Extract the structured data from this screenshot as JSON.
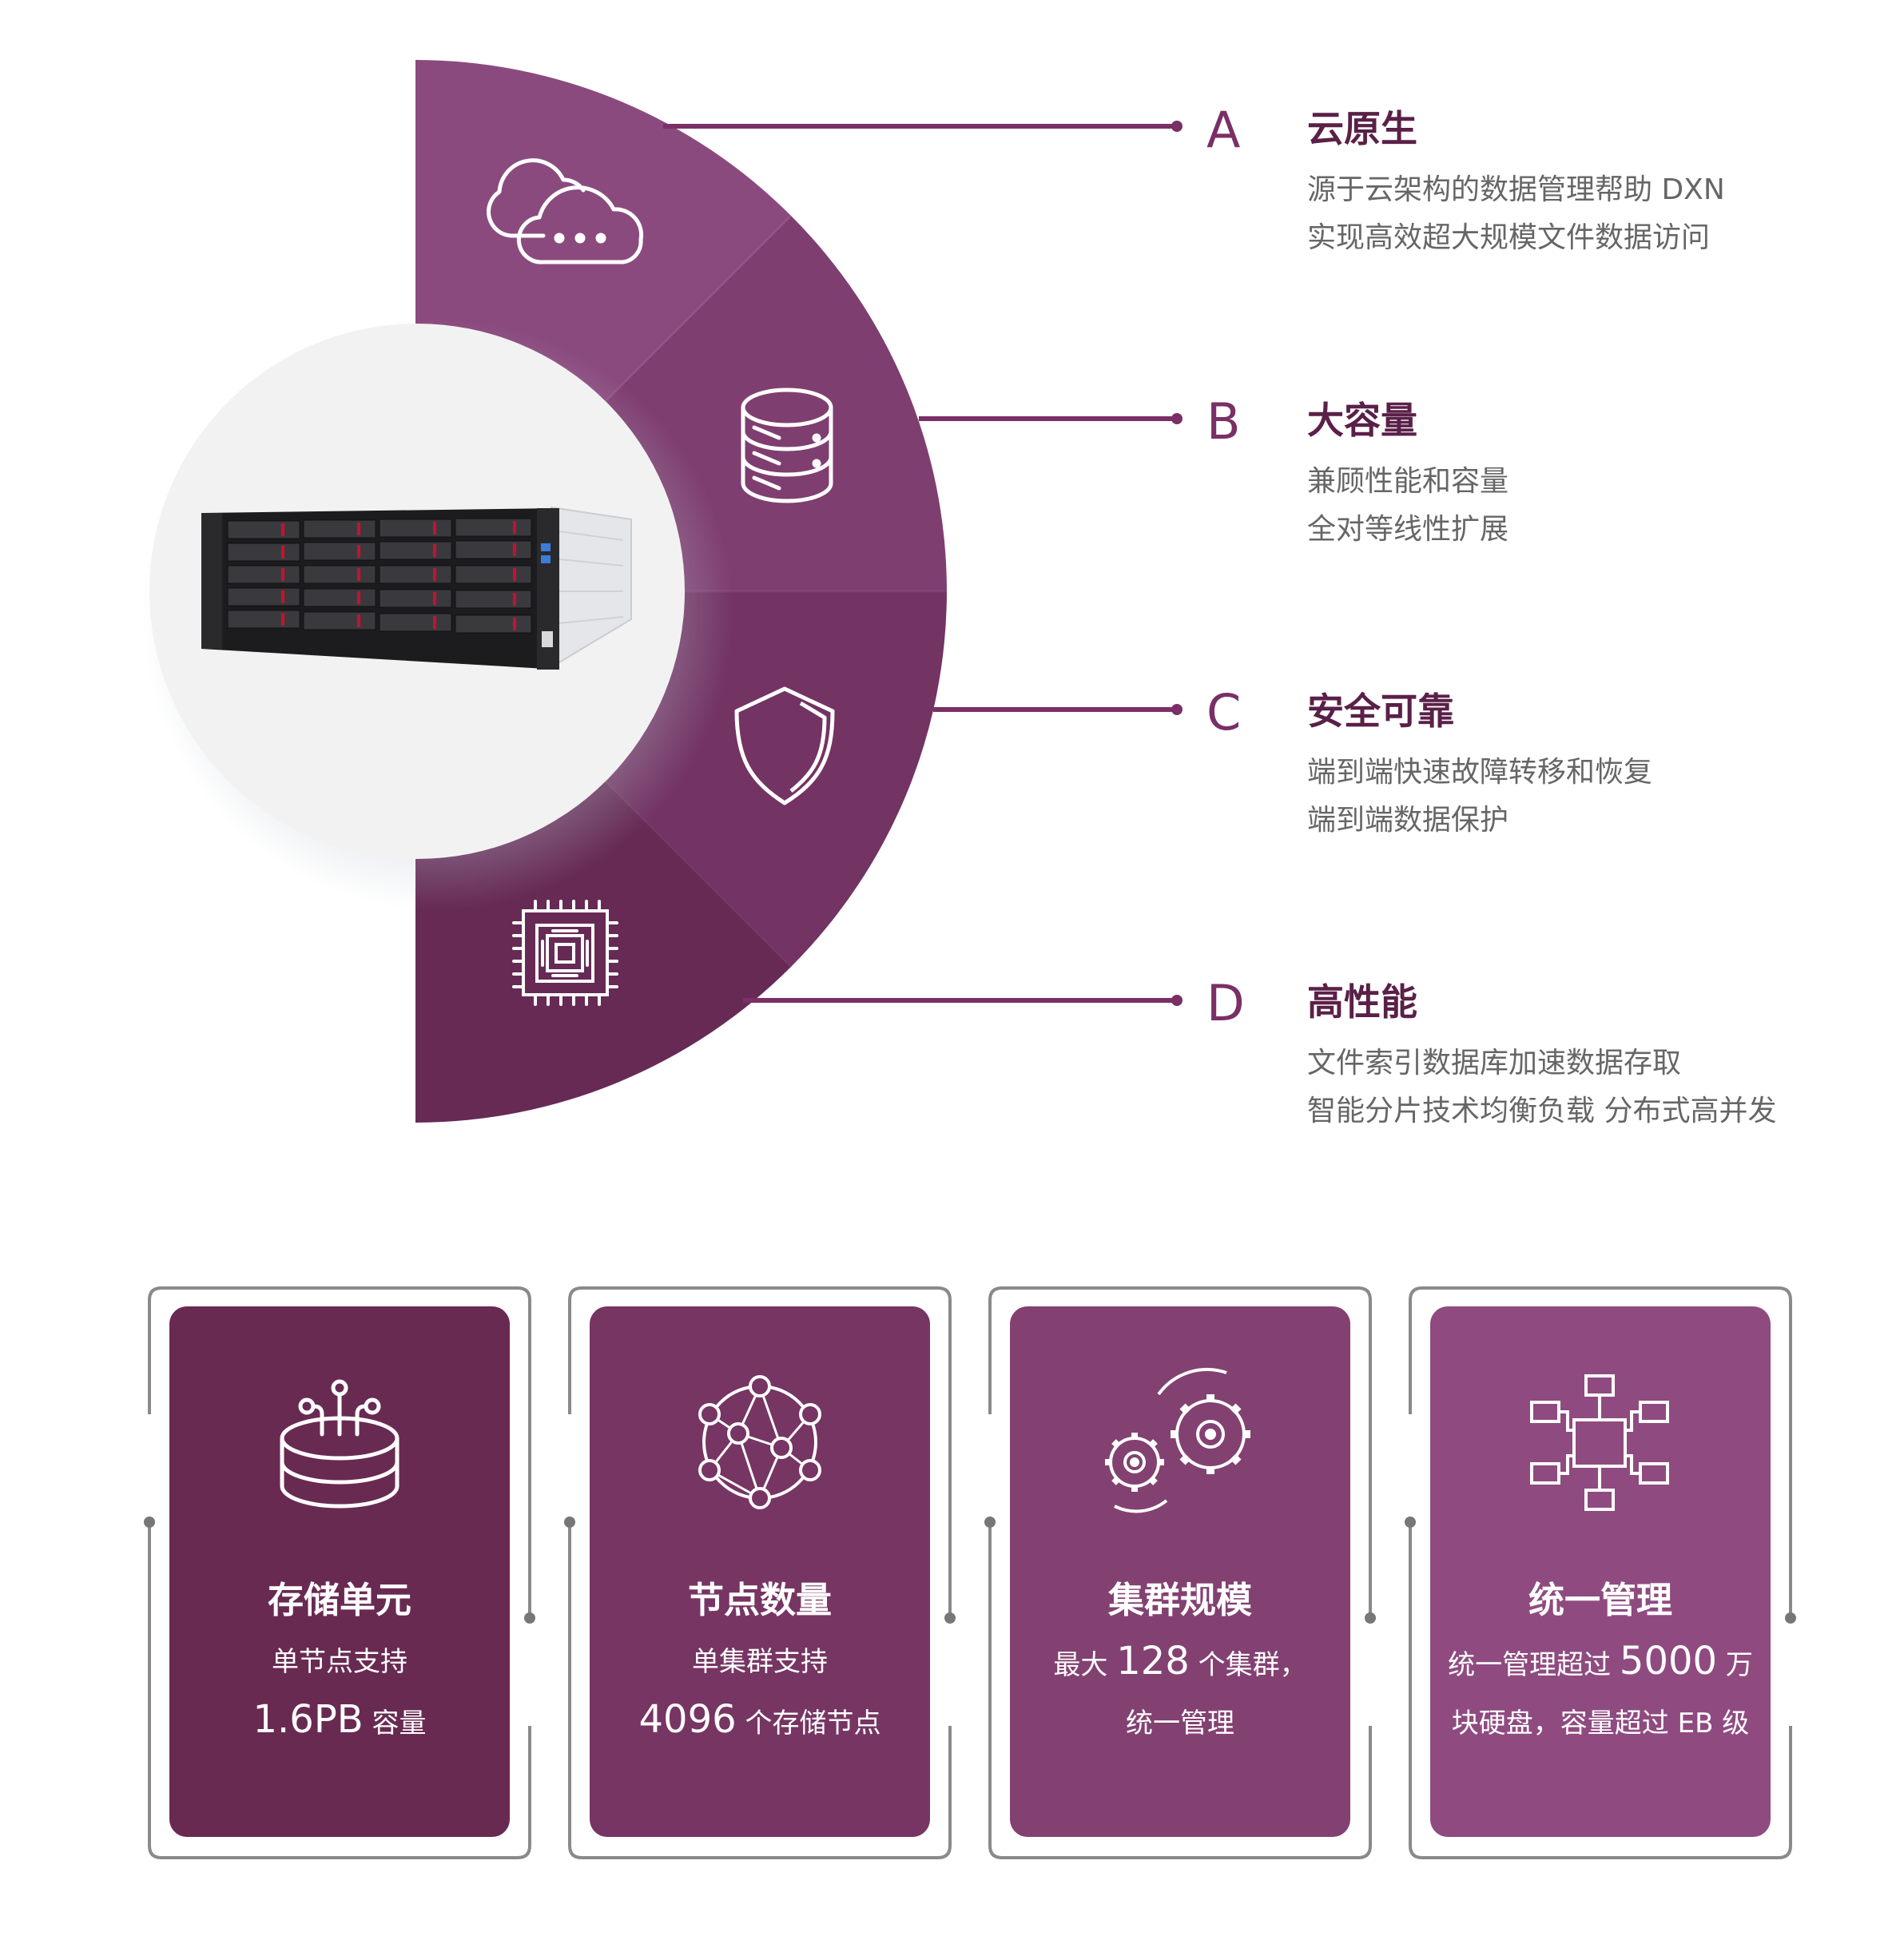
{
  "features": [
    {
      "letter": "A",
      "title": "云原生",
      "line1": "源于云架构的数据管理帮助 DXN",
      "line2": "实现高效超大规模文件数据访问",
      "icon": "cloud-icon"
    },
    {
      "letter": "B",
      "title": "大容量",
      "line1": "兼顾性能和容量",
      "line2": "全对等线性扩展",
      "icon": "database-icon"
    },
    {
      "letter": "C",
      "title": "安全可靠",
      "line1": "端到端快速故障转移和恢复",
      "line2": "端到端数据保护",
      "icon": "shield-icon"
    },
    {
      "letter": "D",
      "title": "高性能",
      "line1": "文件索引数据库加速数据存取",
      "line2": "智能分片技术均衡负载 分布式高并发",
      "icon": "chip-icon"
    }
  ],
  "cards": [
    {
      "title": "存储单元",
      "line1": "单节点支持",
      "line2_big": "1.6PB",
      "line2_small": " 容量",
      "icon": "storage-unit-icon",
      "color": "#692a52"
    },
    {
      "title": "节点数量",
      "line1": "单集群支持",
      "line2_big": "4096",
      "line2_small": " 个存储节点",
      "icon": "network-node-icon",
      "color": "#773563"
    },
    {
      "title": "集群规模",
      "line1_small": "最大 ",
      "line1_big": "128",
      "line1_small2": " 个集群，",
      "line2": "统一管理",
      "icon": "gears-icon",
      "color": "#834172"
    },
    {
      "title": "统一管理",
      "line1_small": "统一管理超过 ",
      "line1_big": "5000",
      "line1_small2": " 万",
      "line2": "块硬盘，容量超过 EB 级",
      "icon": "hierarchy-icon",
      "color": "#8f4b80"
    }
  ],
  "colors": {
    "segment_a": "#8b4a7e",
    "segment_b": "#7f3e70",
    "segment_c": "#733363",
    "segment_d": "#662a55",
    "connector": "#7a2f66"
  }
}
